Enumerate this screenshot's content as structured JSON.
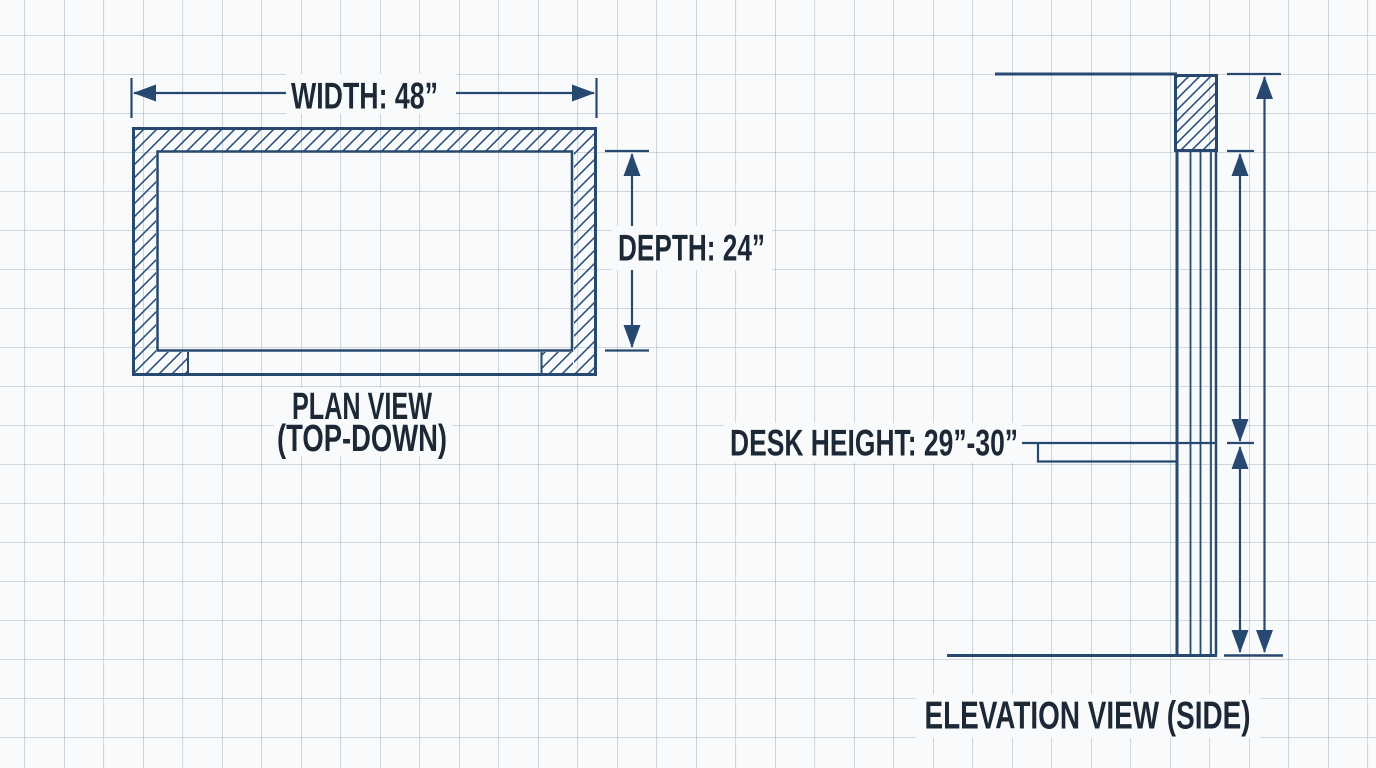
{
  "blueprint": {
    "plan_view": {
      "width_dimension_label": "WIDTH: 48”",
      "depth_dimension_label": "DEPTH: 24”",
      "caption_line1": "PLAN VIEW",
      "caption_line2": "(TOP-DOWN)"
    },
    "elevation_view": {
      "desk_height_dimension_label": "DESK HEIGHT: 29”-30”",
      "caption": "ELEVATION VIEW (SIDE)"
    },
    "colors": {
      "background": "#f9fafb",
      "grid_line": "#93a5b4",
      "drawing_line": "#27496f",
      "text": "#1c2836"
    }
  }
}
